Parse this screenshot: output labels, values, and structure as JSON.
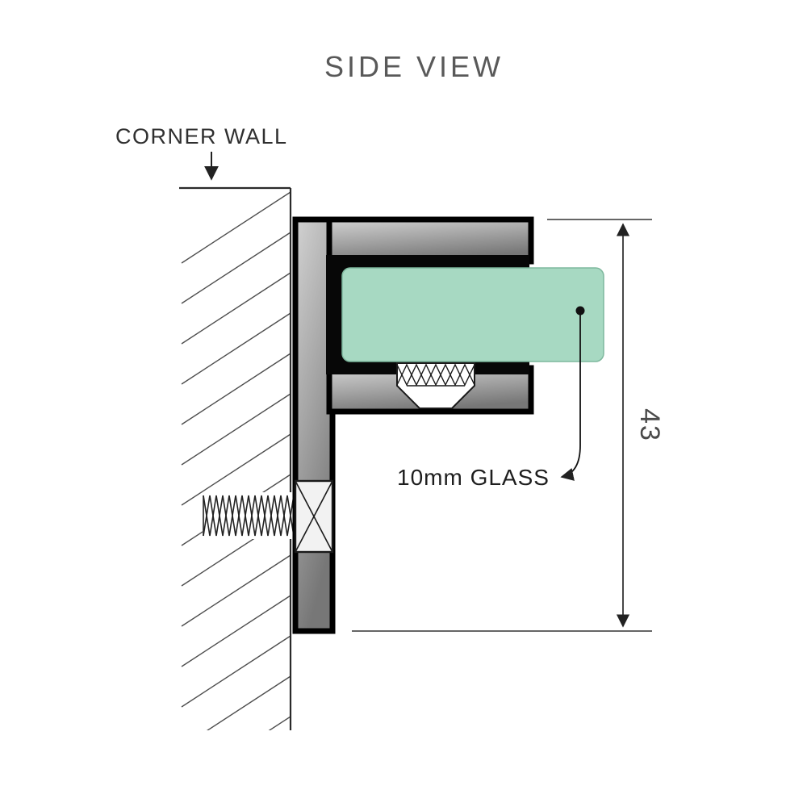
{
  "title": "SIDE VIEW",
  "labels": {
    "corner_wall": "CORNER WALL",
    "glass": "10mm GLASS"
  },
  "dimensions": {
    "bracket_height": "43"
  },
  "colors": {
    "glass_fill": "#a7d9c2",
    "glass_edge": "#7fb89e",
    "metal_light": "#cfcfcf",
    "metal_dark": "#7f7f7f",
    "outline": "#000000",
    "annotation": "#2a2a2a"
  }
}
